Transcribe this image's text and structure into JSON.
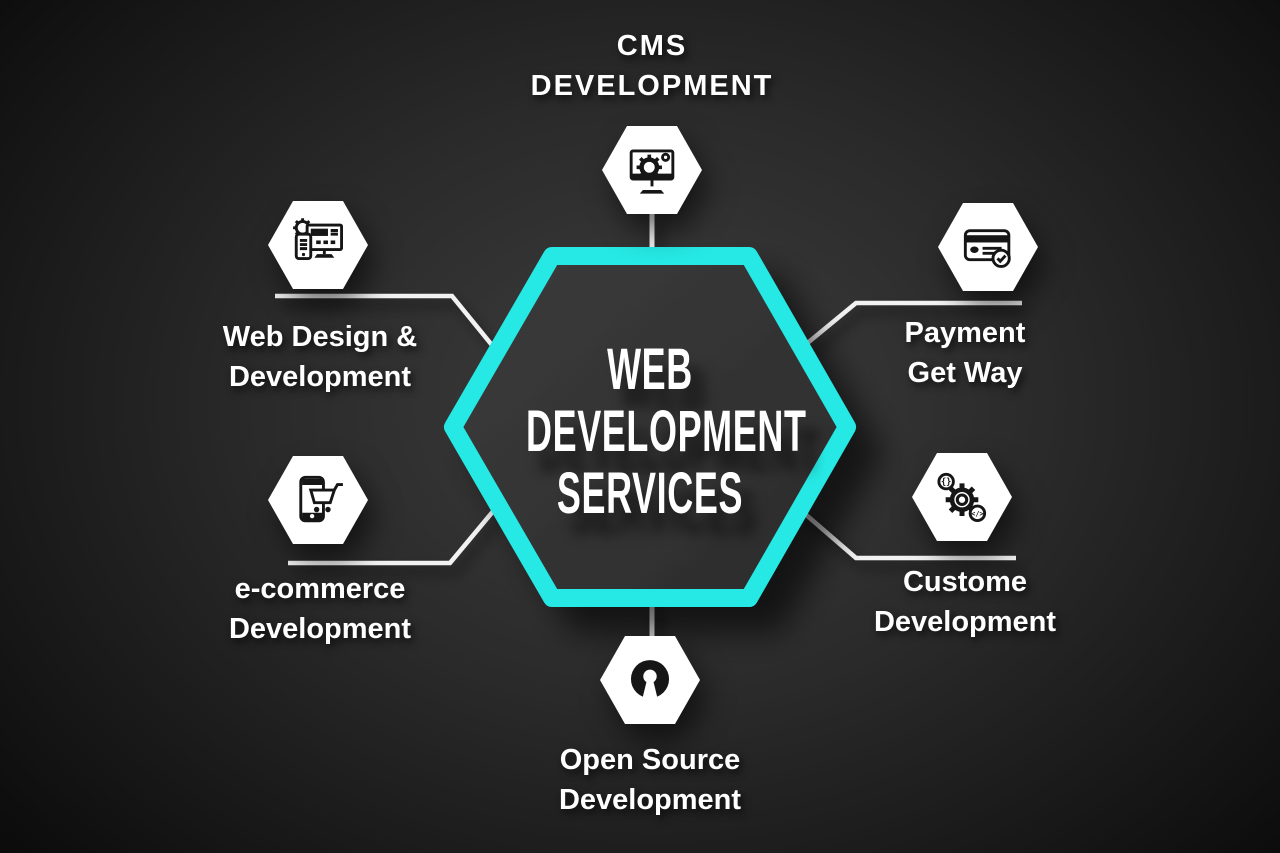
{
  "title": "WEB DEVELOPMENT SERVICES infographic",
  "palette": {
    "accent_cyan": "#26e8e4",
    "background_center": "#3d3d3d",
    "background_edge": "#040404",
    "node_fill": "#ffffff",
    "text": "#ffffff",
    "icon_ink": "#161616"
  },
  "center": {
    "lines": [
      "WEB",
      "DEVELOPMENT",
      "SERVICES"
    ]
  },
  "nodes": [
    {
      "id": "cms",
      "position": "top",
      "icon": "cms-monitor-gear-icon",
      "label_lines": [
        "CMS",
        "DEVELOPMENT"
      ]
    },
    {
      "id": "payment",
      "position": "top-right",
      "icon": "credit-card-check-icon",
      "label_lines": [
        "Payment",
        "Get Way"
      ]
    },
    {
      "id": "custom",
      "position": "bottom-right",
      "icon": "gear-code-icon",
      "label_lines": [
        "Custome",
        "Development"
      ]
    },
    {
      "id": "opensource",
      "position": "bottom",
      "icon": "open-source-keyhole-icon",
      "label_lines": [
        "Open Source",
        "Development"
      ]
    },
    {
      "id": "ecommerce",
      "position": "bottom-left",
      "icon": "phone-cart-icon",
      "label_lines": [
        "e-commerce",
        "Development"
      ]
    },
    {
      "id": "webdesign",
      "position": "top-left",
      "icon": "monitor-phone-gear-icon",
      "label_lines": [
        "Web Design &",
        "Development"
      ]
    }
  ],
  "badges": {
    "curly_braces": "{}",
    "code_tag": "</>"
  }
}
